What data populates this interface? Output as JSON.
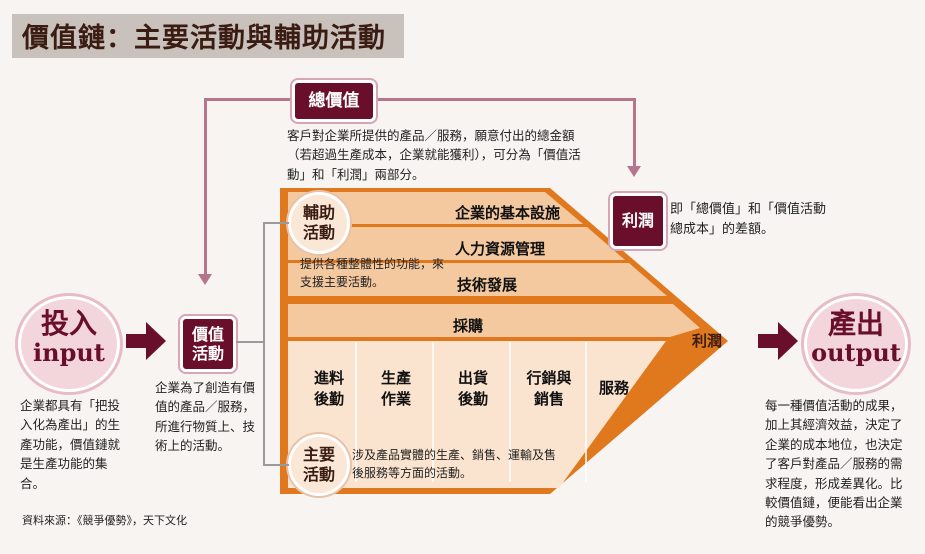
{
  "title": "價值鏈：主要活動與輔助活動",
  "total_value": {
    "label": "總價值",
    "description": "客戶對企業所提供的產品／服務，願意付出的總金額（若超過生產成本，企業就能獲利），可分為「價值活動」和「利潤」兩部分。"
  },
  "input": {
    "title_zh": "投入",
    "title_en": "input",
    "description": "企業都具有「把投入化為產出」的生產功能，價值鏈就是生產功能的集合。"
  },
  "value_activities": {
    "label": "價值活動",
    "description": "企業為了創造有價值的產品／服務，所進行物質上、技術上的活動。"
  },
  "support_activities": {
    "label": "輔助活動",
    "description": "提供各種整體性的功能，來支援主要活動。",
    "items": [
      "企業的基本設施",
      "人力資源管理",
      "技術發展",
      "採購"
    ]
  },
  "primary_activities": {
    "label": "主要活動",
    "description": "涉及產品實體的生產、銷售、運輸及售後服務等方面的活動。",
    "items": [
      "進料後勤",
      "生產作業",
      "出貨後勤",
      "行銷與銷售",
      "服務"
    ]
  },
  "profit": {
    "label": "利潤",
    "arrow_label": "利潤",
    "description": "即「總價值」和「價值活動總成本」的差額。"
  },
  "output": {
    "title_zh": "產出",
    "title_en": "output",
    "description": "每一種價值活動的成果，加上其經濟效益，決定了企業的成本地位，也決定了客戶對產品／服務的需求程度，形成差異化。比較價值鏈，便能看出企業的競爭優勢。"
  },
  "source": "資料來源：《競爭優勢》，天下文化",
  "colors": {
    "maroon": "#6a0f2b",
    "orange": "#e0781e",
    "band_light": "#f4c9a0",
    "primary_area": "#fbe4cf",
    "connector": "#b5758c"
  }
}
